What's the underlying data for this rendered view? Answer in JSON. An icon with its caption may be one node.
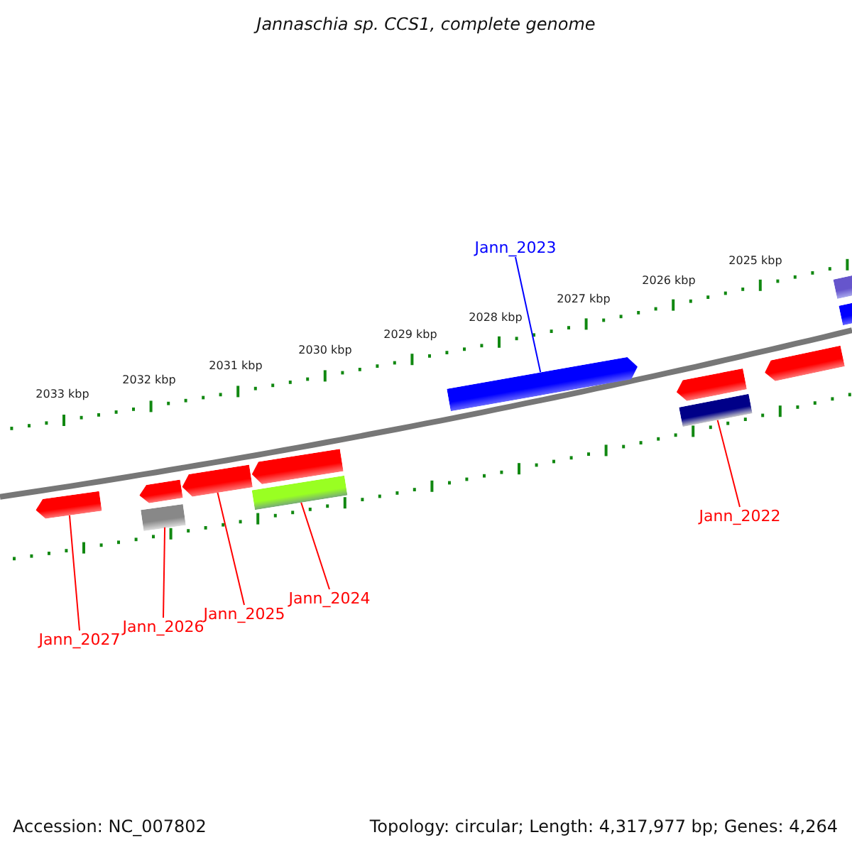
{
  "diagram": {
    "title": "Jannaschia sp. CCS1, complete genome",
    "nodes": [
      {
        "text": [],
        "shape": "pentagon"
      },
      {
        "text": [],
        "shape": "pentagon"
      },
      {
        "text": [],
        "shape": "bar"
      },
      {
        "text": [],
        "shape": "pentagon"
      },
      {
        "text": [],
        "shape": "pentagon"
      },
      {
        "text": [],
        "shape": "bar"
      },
      {
        "text": [],
        "shape": "pentagon"
      },
      {
        "text": [],
        "shape": "pentagon"
      },
      {
        "text": [],
        "shape": "bar"
      },
      {
        "text": [],
        "shape": "pentagon"
      },
      {
        "text": [],
        "shape": "bar"
      },
      {
        "text": [],
        "shape": "bar"
      },
      {
        "text": [
          "Jann_2023"
        ]
      },
      {
        "text": [
          "Jann_2022"
        ]
      },
      {
        "text": [
          "Jann_2027"
        ]
      },
      {
        "text": [
          "Jann_2026"
        ]
      },
      {
        "text": [
          "Jann_2025"
        ]
      },
      {
        "text": [
          "Jann_2024"
        ]
      }
    ],
    "edges": [
      {
        "from": 12,
        "to": 6,
        "arrow": "none",
        "color": "#0000ff"
      },
      {
        "from": 13,
        "to": 8,
        "arrow": "none"
      },
      {
        "from": 14,
        "to": 0,
        "arrow": "none"
      },
      {
        "from": 15,
        "to": 2,
        "arrow": "none"
      },
      {
        "from": 16,
        "to": 3,
        "arrow": "none"
      },
      {
        "from": 17,
        "to": 5,
        "arrow": "none"
      }
    ],
    "labels": [
      "2025 kbp",
      "2026 kbp",
      "2027 kbp",
      "2028 kbp",
      "2029 kbp",
      "2030 kbp",
      "2031 kbp",
      "2032 kbp",
      "2033 kbp",
      "Accession: NC_007802",
      "Topology: circular; Length: 4,317,977 bp; Genes: 4,264"
    ]
  }
}
